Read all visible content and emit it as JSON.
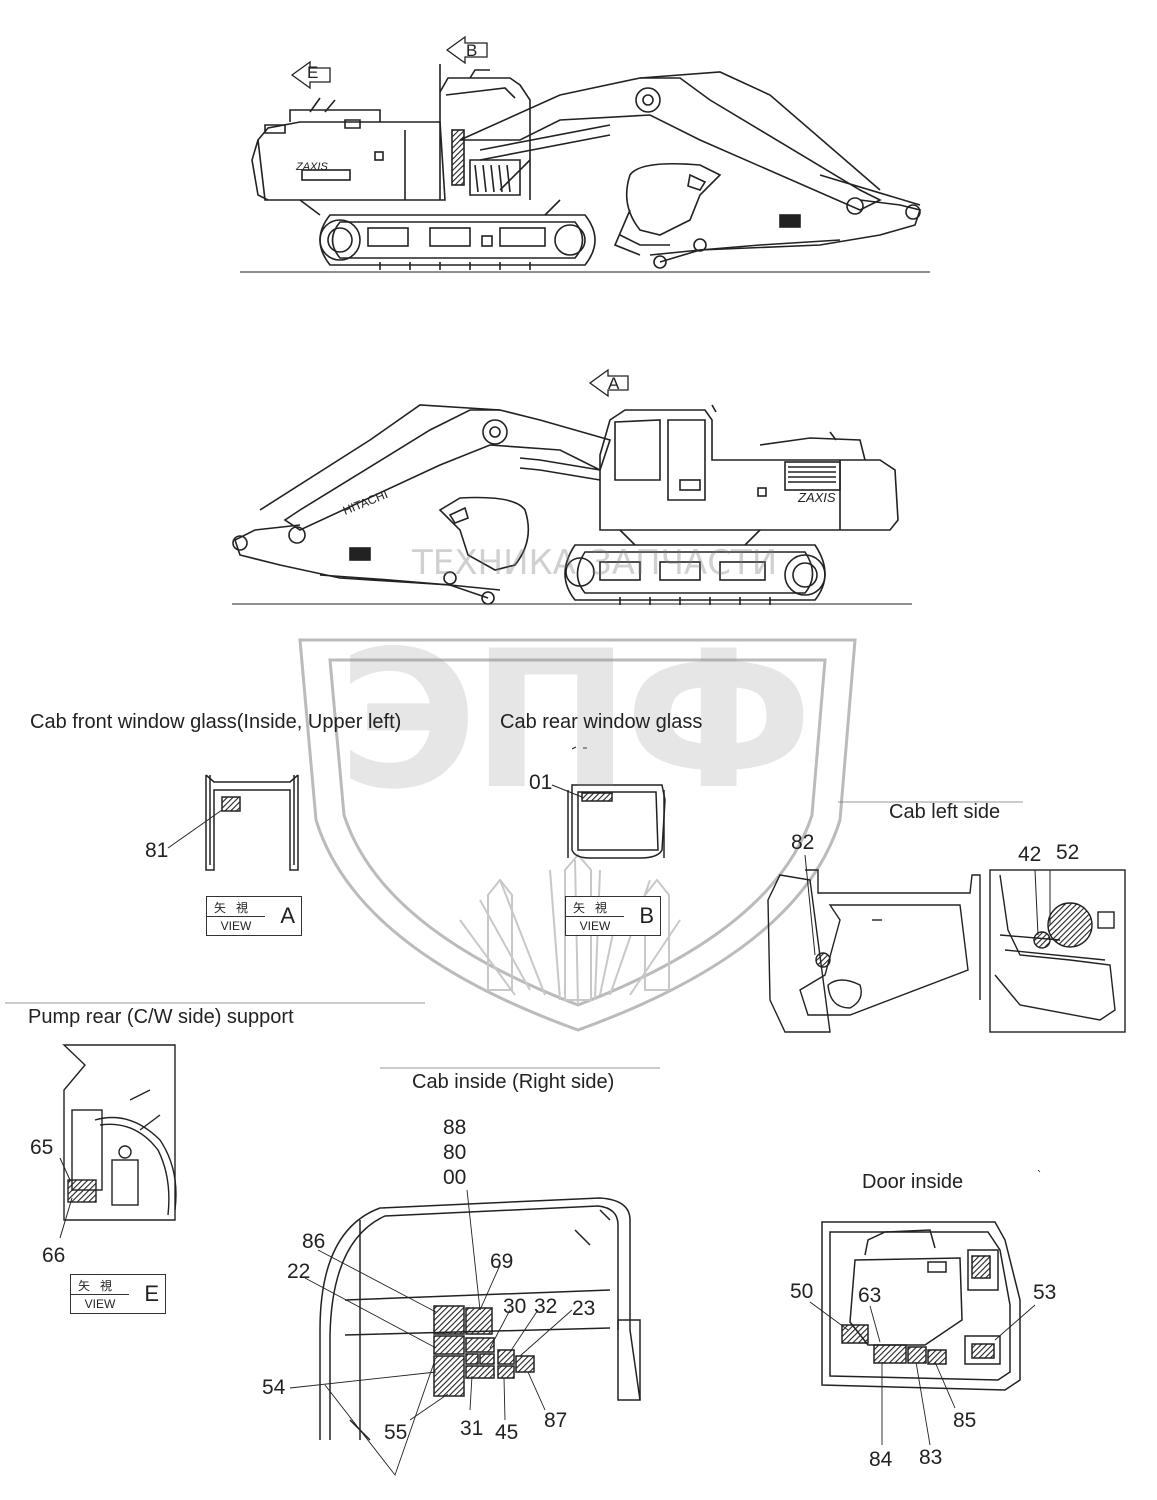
{
  "watermark": {
    "line1": "ТЕХНИКА",
    "line2": "ЗАПЧАСТИ",
    "logo": "ЭПФ"
  },
  "view_arrows": {
    "e": "E",
    "b": "B",
    "a": "A"
  },
  "brand_marks": {
    "zaxis_top": "ZAXIS",
    "zaxis_side": "ZAXIS",
    "hitachi": "HITACHI"
  },
  "captions": {
    "cab_front": "Cab front window glass(Inside, Upper left)",
    "cab_rear": "Cab rear window glass",
    "cab_left": "Cab left side",
    "pump_rear": "Pump rear (C/W side) support",
    "cab_inside_right": "Cab inside (Right side)",
    "door_inside": "Door inside"
  },
  "view_boxes": {
    "a": {
      "jp": "矢視",
      "en": "VIEW",
      "letter": "A"
    },
    "b": {
      "jp": "矢視",
      "en": "VIEW",
      "letter": "B"
    },
    "e": {
      "jp": "矢視",
      "en": "VIEW",
      "letter": "E"
    }
  },
  "part_numbers": {
    "n81": "81",
    "n01": "01",
    "n82": "82",
    "n42": "42",
    "n52": "52",
    "n65": "65",
    "n66": "66",
    "n88": "88",
    "n80": "80",
    "n00": "00",
    "n86": "86",
    "n22": "22",
    "n69": "69",
    "n30": "30",
    "n32": "32",
    "n23": "23",
    "n54": "54",
    "n55": "55",
    "n31": "31",
    "n45": "45",
    "n87": "87",
    "n50": "50",
    "n63": "63",
    "n53": "53",
    "n85": "85",
    "n84": "84",
    "n83": "83"
  }
}
